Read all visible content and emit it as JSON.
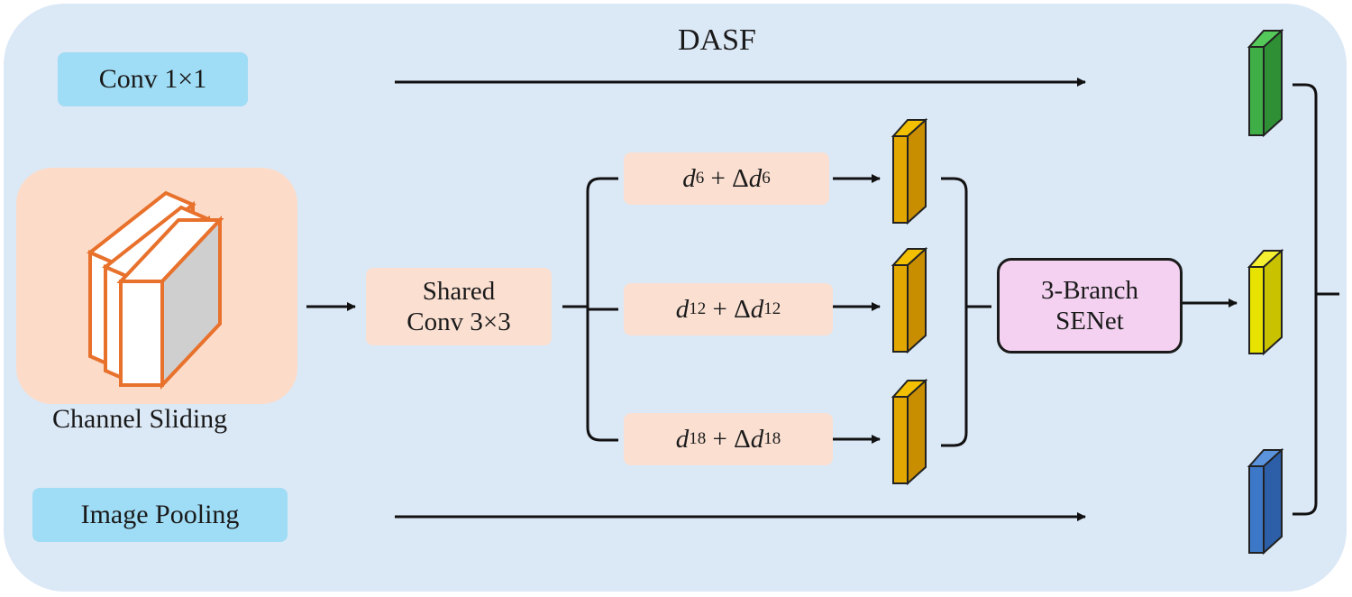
{
  "title": "DASF",
  "conv1x1": "Conv 1×1",
  "image_pooling": "Image Pooling",
  "channel_sliding": "Channel Sliding",
  "shared_conv": [
    "Shared",
    "Conv 3×3"
  ],
  "branches": [
    {
      "d": "d",
      "sub": "6",
      "delta": "Δ"
    },
    {
      "d": "d",
      "sub": "12",
      "delta": "Δ"
    },
    {
      "d": "d",
      "sub": "18",
      "delta": "Δ"
    }
  ],
  "plus": "+",
  "senet": [
    "3-Branch",
    "SENet"
  ],
  "colors": {
    "panel": "#dbe8f6",
    "conv_box": "#9fdcf5",
    "peach_box": "#fbe0d2",
    "senet_box": "#f4d1f1",
    "orange_outline": "#e8712c",
    "feature_gold": "#e0a800",
    "feature_green": "#3fae46",
    "feature_yellow": "#e8e200",
    "feature_blue": "#3d78c8"
  }
}
